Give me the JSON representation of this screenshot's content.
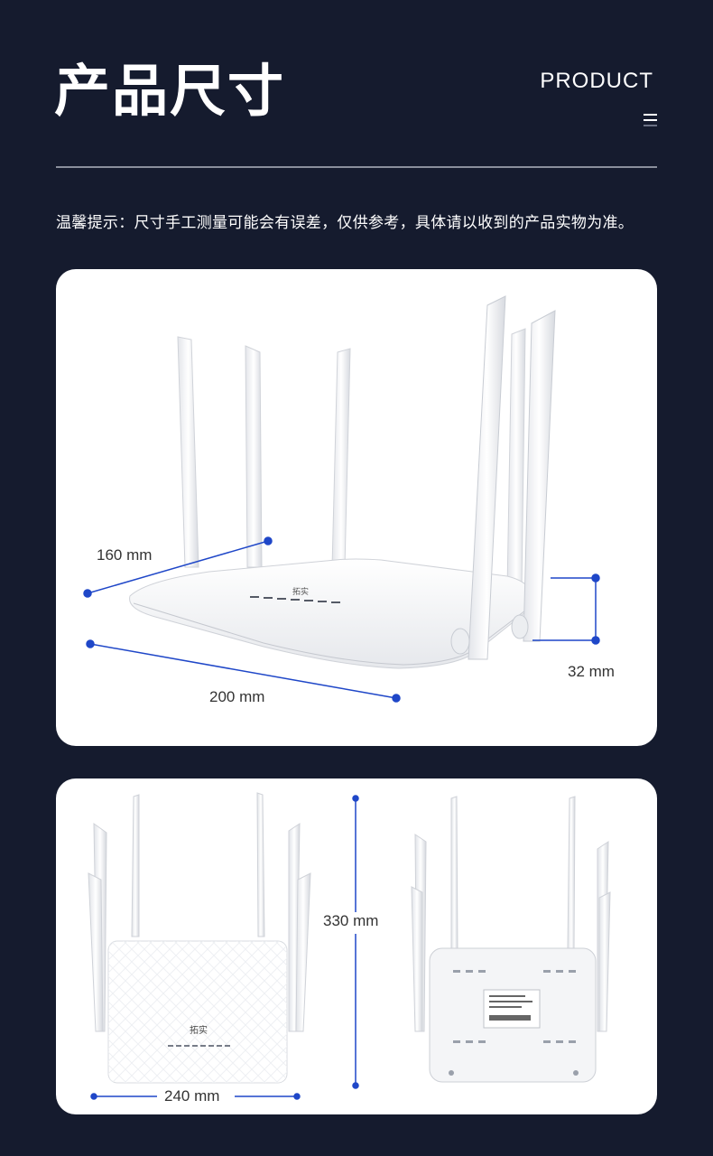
{
  "header": {
    "title": "产品尺寸",
    "subtitle": "PRODUCT",
    "icon": "menu-icon"
  },
  "notice": "温馨提示：尺寸手工测量可能会有误差，仅供参考，具体请以收到的产品实物为准。",
  "dimensions": {
    "depth": "160 mm",
    "width_front": "200 mm",
    "height_body": "32 mm",
    "total_height": "330 mm",
    "width": "240 mm"
  },
  "router": {
    "brand": "拓实"
  },
  "colors": {
    "background": "#151b2e",
    "accent": "#1f47c8",
    "card": "#ffffff"
  }
}
